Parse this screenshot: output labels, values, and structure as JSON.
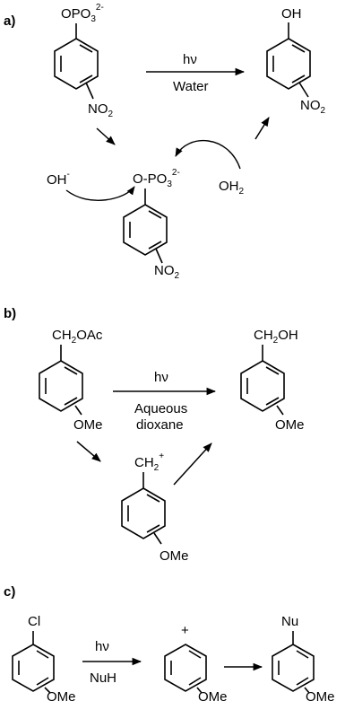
{
  "sections": {
    "a": "a)",
    "b": "b)",
    "c": "c)"
  },
  "a": {
    "sm_o": "OPO",
    "sm_sub": "3",
    "sm_sup": "2-",
    "sm_no": "NO",
    "sm_no_sub": "2",
    "cond_top": "hν",
    "cond_bottom": "Water",
    "pr_oh": "OH",
    "pr_no": "NO",
    "pr_no_sub": "2",
    "hydroxide": "OH",
    "hydroxide_sup": "-",
    "int_o": "O-PO",
    "int_sub": "3",
    "int_sup": "2-",
    "water": "OH",
    "water_sub": "2",
    "int_no": "NO",
    "int_no_sub": "2"
  },
  "b": {
    "sm_sub_a": "CH",
    "sm_sub_b": "2",
    "sm_sub_c": "OAc",
    "sm_ome": "OMe",
    "cond_top": "hν",
    "cond_mid": "Aqueous",
    "cond_bottom": "dioxane",
    "pr_sub_a": "CH",
    "pr_sub_b": "2",
    "pr_sub_c": "OH",
    "pr_ome": "OMe",
    "cat_a": "CH",
    "cat_b": "2",
    "cat_sup": "+",
    "cat_ome": "OMe"
  },
  "c": {
    "sm_cl": "Cl",
    "sm_ome": "OMe",
    "cond_top": "hν",
    "cond_bottom": "NuH",
    "cat_plus": "+",
    "cat_ome": "OMe",
    "pr_nu": "Nu",
    "pr_ome": "OMe"
  }
}
